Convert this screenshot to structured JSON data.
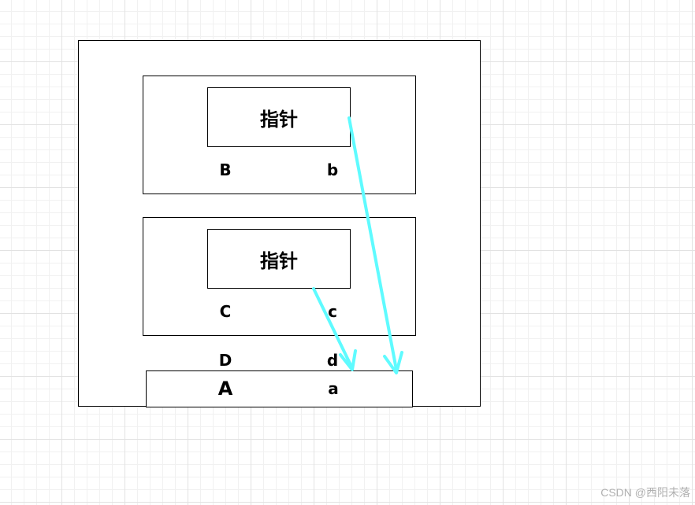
{
  "diagram": {
    "struct_b": {
      "pointer_label": "指针",
      "member_upper": "B",
      "member_lower": "b"
    },
    "struct_c": {
      "pointer_label": "指针",
      "member_upper": "C",
      "member_lower": "c"
    },
    "row_d": {
      "member_upper": "D",
      "member_lower": "d"
    },
    "struct_a": {
      "member_upper": "A",
      "member_lower": "a"
    },
    "arrow_color": "#5ffbff",
    "arrows": [
      {
        "from": "pointer-in-struct-b",
        "to": "struct-a"
      },
      {
        "from": "pointer-in-struct-c",
        "to": "struct-a"
      }
    ]
  },
  "watermark": "CSDN @西阳未落"
}
